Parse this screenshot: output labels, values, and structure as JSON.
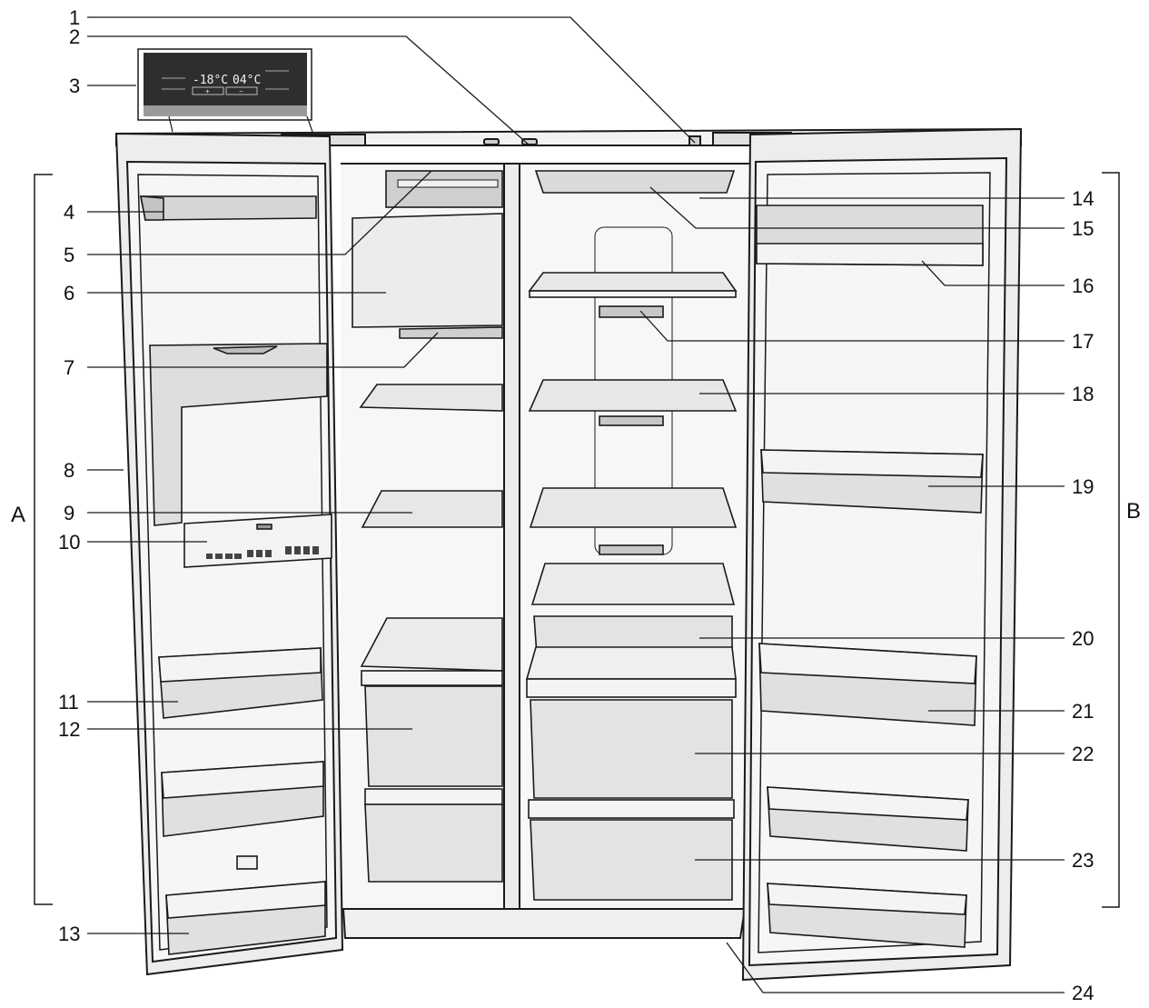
{
  "panel": {
    "freezer_temp": "-18°C",
    "fridge_temp": "04°C",
    "plus": "+",
    "minus": "−"
  },
  "callouts": [
    {
      "num": "1"
    },
    {
      "num": "2"
    },
    {
      "num": "3"
    },
    {
      "num": "4"
    },
    {
      "num": "5"
    },
    {
      "num": "6"
    },
    {
      "num": "7"
    },
    {
      "num": "8"
    },
    {
      "num": "9"
    },
    {
      "num": "10"
    },
    {
      "num": "11"
    },
    {
      "num": "12"
    },
    {
      "num": "13"
    },
    {
      "num": "14"
    },
    {
      "num": "15"
    },
    {
      "num": "16"
    },
    {
      "num": "17"
    },
    {
      "num": "18"
    },
    {
      "num": "19"
    },
    {
      "num": "20"
    },
    {
      "num": "21"
    },
    {
      "num": "22"
    },
    {
      "num": "23"
    },
    {
      "num": "24"
    }
  ],
  "sections": {
    "left": "A",
    "right": "B"
  },
  "colors": {
    "line": "#1a1a1a",
    "fill_light": "#e9e9e9",
    "fill_mid": "#d4d4d4",
    "panel_dark": "#2e2e2e"
  }
}
